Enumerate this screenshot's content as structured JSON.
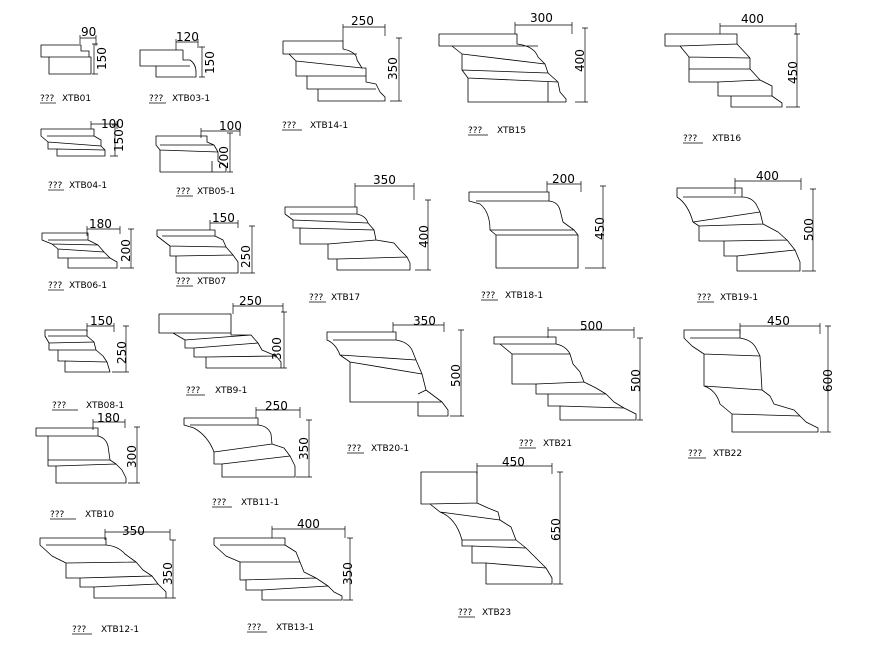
{
  "drawing": {
    "mouldings": [
      {
        "id": "XTB01",
        "prefix": "???",
        "name": "XTB01",
        "width": "90",
        "height": "150"
      },
      {
        "id": "XTB03-1",
        "prefix": "???",
        "name": "XTB03-1",
        "width": "120",
        "height": "150"
      },
      {
        "id": "XTB14-1",
        "prefix": "???",
        "name": "XTB14-1",
        "width": "250",
        "height": "350"
      },
      {
        "id": "XTB15",
        "prefix": "???",
        "name": "XTB15",
        "width": "300",
        "height": "400"
      },
      {
        "id": "XTB16",
        "prefix": "???",
        "name": "XTB16",
        "width": "400",
        "height": "450"
      },
      {
        "id": "XTB04-1",
        "prefix": "???",
        "name": "XTB04-1",
        "width": "100",
        "height": "150"
      },
      {
        "id": "XTB05-1",
        "prefix": "???",
        "name": "XTB05-1",
        "width": "100",
        "height": "200"
      },
      {
        "id": "XTB17",
        "prefix": "???",
        "name": "XTB17",
        "width": "350",
        "height": "400"
      },
      {
        "id": "XTB18-1",
        "prefix": "???",
        "name": "XTB18-1",
        "width": "200",
        "height": "450"
      },
      {
        "id": "XTB19-1",
        "prefix": "???",
        "name": "XTB19-1",
        "width": "400",
        "height": "500"
      },
      {
        "id": "XTB06-1",
        "prefix": "???",
        "name": "XTB06-1",
        "width": "180",
        "height": "200"
      },
      {
        "id": "XTB07",
        "prefix": "???",
        "name": "XTB07",
        "width": "150",
        "height": "250"
      },
      {
        "id": "XTB08-1",
        "prefix": "???",
        "name": "XTB08-1",
        "width": "150",
        "height": "250"
      },
      {
        "id": "XTB9-1",
        "prefix": "???",
        "name": "XTB9-1",
        "width": "250",
        "height": "300"
      },
      {
        "id": "XTB20-1",
        "prefix": "???",
        "name": "XTB20-1",
        "width": "350",
        "height": "500"
      },
      {
        "id": "XTB21",
        "prefix": "???",
        "name": "XTB21",
        "width": "500",
        "height": "500"
      },
      {
        "id": "XTB22",
        "prefix": "???",
        "name": "XTB22",
        "width": "450",
        "height": "600"
      },
      {
        "id": "XTB10",
        "prefix": "???",
        "name": "XTB10",
        "width": "180",
        "height": "300"
      },
      {
        "id": "XTB11-1",
        "prefix": "???",
        "name": "XTB11-1",
        "width": "250",
        "height": "350"
      },
      {
        "id": "XTB23",
        "prefix": "???",
        "name": "XTB23",
        "width": "450",
        "height": "650"
      },
      {
        "id": "XTB12-1",
        "prefix": "???",
        "name": "XTB12-1",
        "width": "350",
        "height": "350"
      },
      {
        "id": "XTB13-1",
        "prefix": "???",
        "name": "XTB13-1",
        "width": "400",
        "height": "350"
      }
    ]
  }
}
